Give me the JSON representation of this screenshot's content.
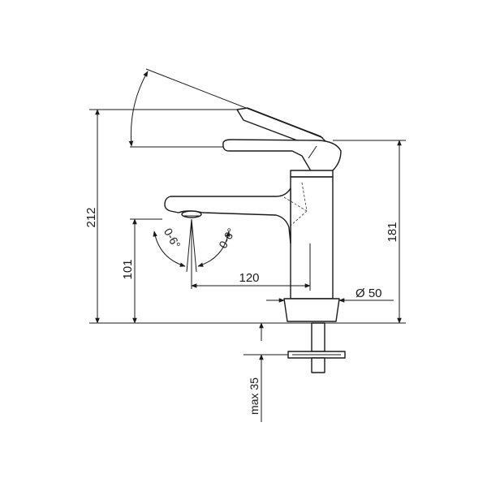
{
  "dimensions": {
    "total_height": "212",
    "body_height": "181",
    "spout_height": "101",
    "spout_reach": "120",
    "diameter": "Ø 50",
    "max_thickness": "max 35"
  },
  "angles": {
    "left": "0-6°",
    "right": "0-6°"
  }
}
